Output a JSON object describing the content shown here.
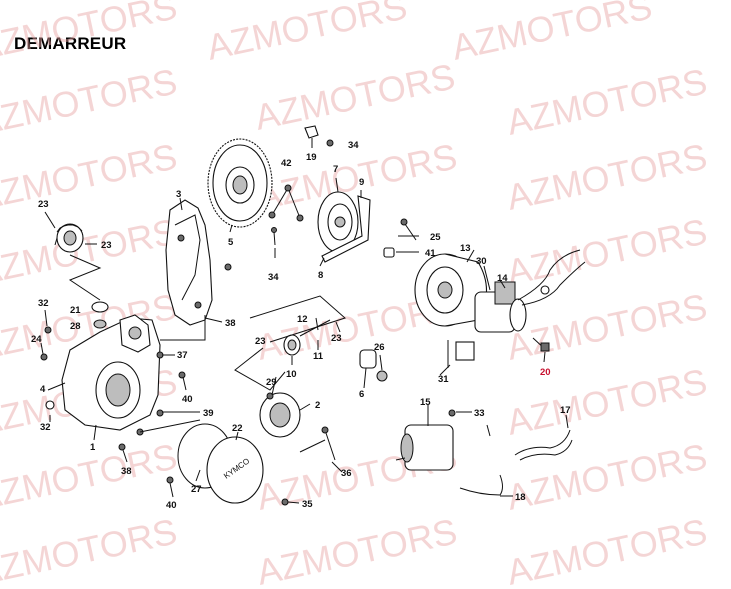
{
  "title": "DEMARREUR",
  "watermark": "AZMOTORS",
  "watermark_color": "#e8a3a3",
  "highlight_color": "#c8102e",
  "part_labels": [
    "23",
    "23",
    "32",
    "21",
    "28",
    "24",
    "4",
    "32",
    "1",
    "3",
    "5",
    "34",
    "42",
    "19",
    "34",
    "7",
    "9",
    "8",
    "25",
    "41",
    "13",
    "30",
    "14",
    "20",
    "38",
    "37",
    "40",
    "39",
    "38",
    "40",
    "27",
    "22",
    "35",
    "12",
    "23",
    "11",
    "23",
    "10",
    "29",
    "2",
    "26",
    "6",
    "31",
    "15",
    "33",
    "17",
    "18",
    "36"
  ],
  "highlighted_labels": [
    "20"
  ]
}
